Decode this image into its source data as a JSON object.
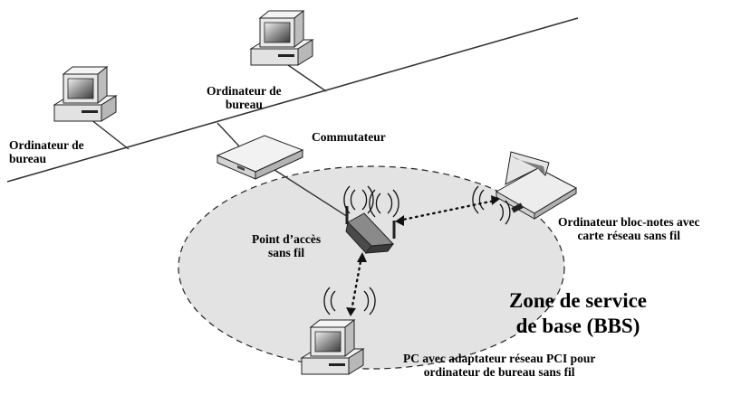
{
  "labels": {
    "desktop_left": "Ordinateur de\nbureau",
    "desktop_top": "Ordinateur de\nbureau",
    "switch": "Commutateur",
    "access_point": "Point d’accès\nsans fil",
    "laptop": "Ordinateur bloc-notes avec\ncarte réseau sans fil",
    "pci_pc": "PC avec adaptateur réseau PCI pour\nordinateur de bureau sans fil",
    "zone": "Zone de service\nde base (BBS)"
  },
  "colors": {
    "zone_fill": "#e3e3e3",
    "line": "#333333",
    "monitor_case": "#e6e6e6",
    "screen": "#555555",
    "router": "#6d6d6d"
  },
  "icons": [
    "desktop-computer-icon",
    "network-switch-icon",
    "wireless-router-icon",
    "laptop-icon",
    "radio-waves-icon"
  ]
}
